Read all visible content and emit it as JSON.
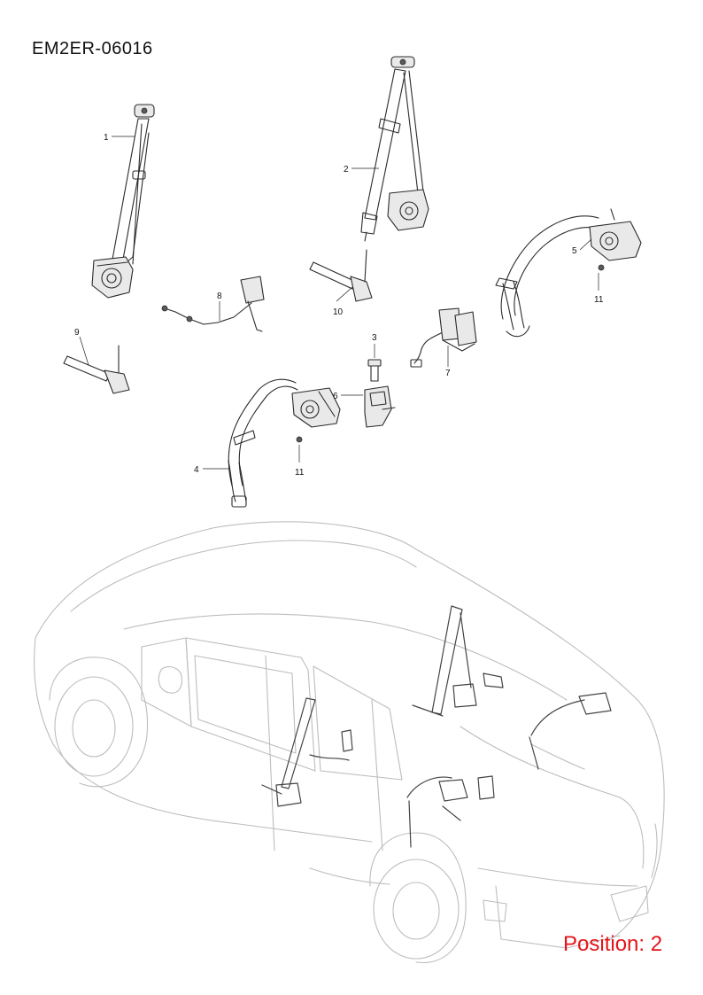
{
  "diagram": {
    "code": "EM2ER-06016",
    "position_label": "Position: 2",
    "position_color": "#e4141b",
    "callouts": [
      "1",
      "2",
      "3",
      "4",
      "5",
      "6",
      "7",
      "8",
      "9",
      "10",
      "11",
      "11"
    ]
  }
}
